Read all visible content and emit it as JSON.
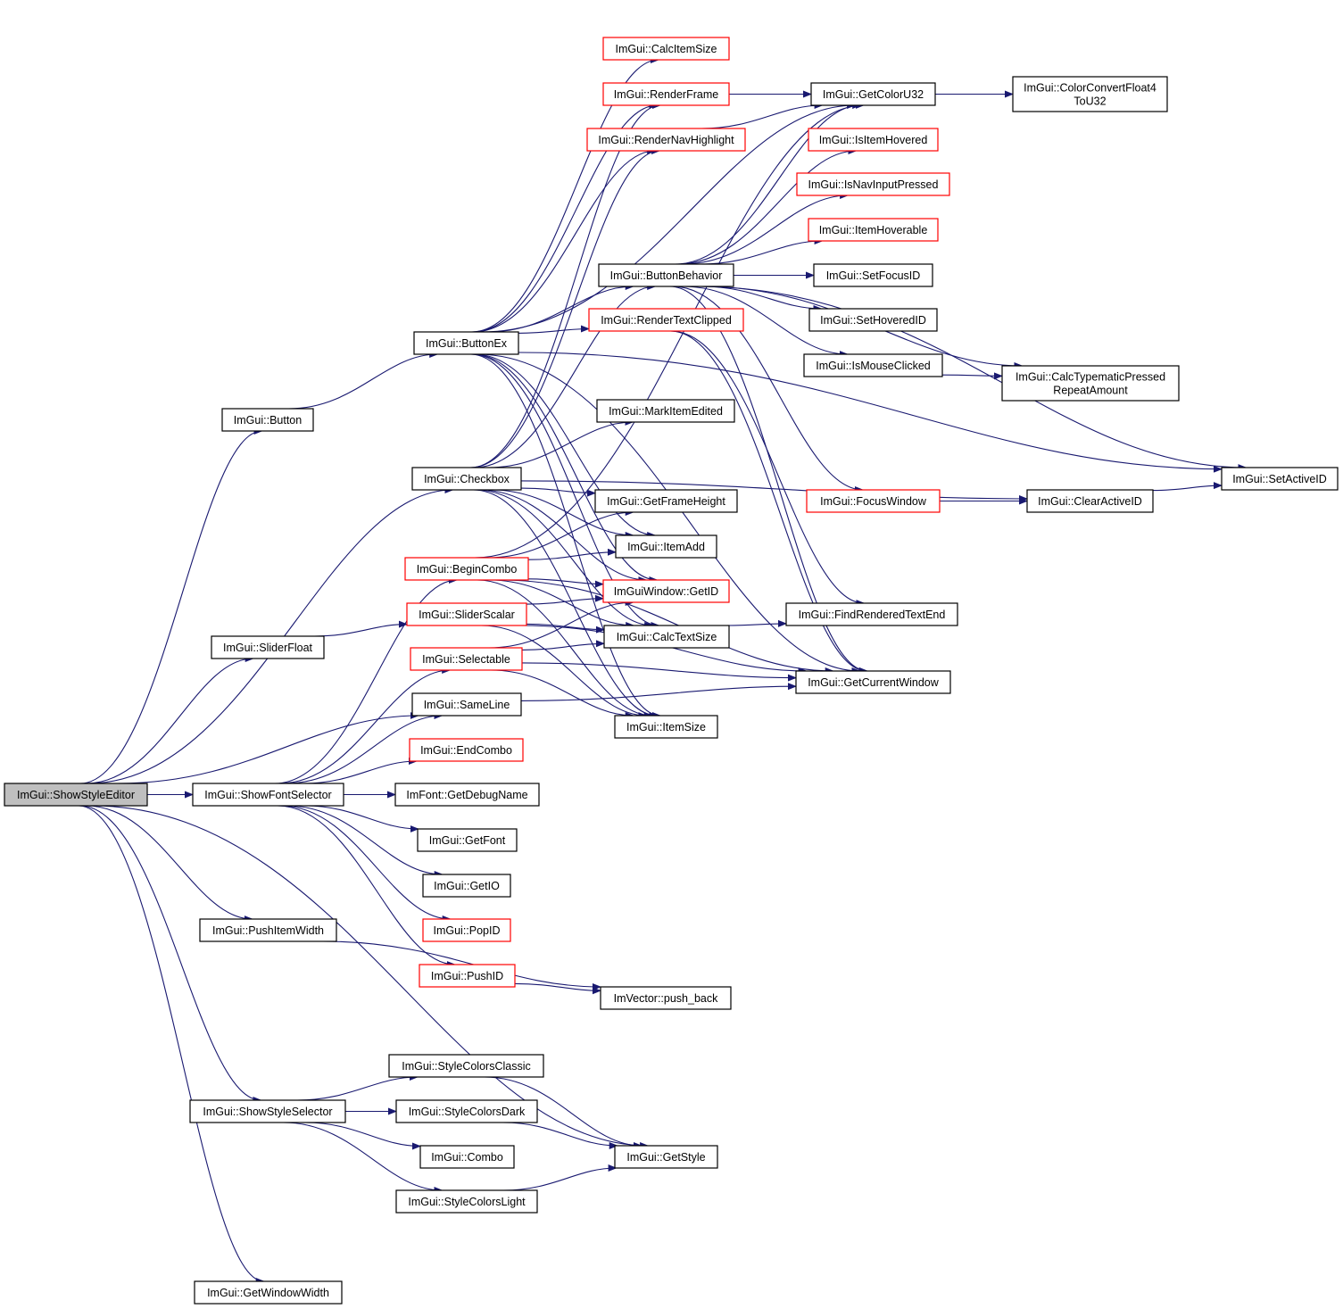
{
  "graph": {
    "root": "ImGui::ShowStyleEditor",
    "nodes": [
      {
        "id": "root",
        "label": "ImGui::ShowStyleEditor",
        "root": true
      },
      {
        "id": "button",
        "label": "ImGui::Button"
      },
      {
        "id": "checkbox",
        "label": "ImGui::Checkbox"
      },
      {
        "id": "sliderfloat",
        "label": "ImGui::SliderFloat"
      },
      {
        "id": "showfont",
        "label": "ImGui::ShowFontSelector"
      },
      {
        "id": "pushitemwidth",
        "label": "ImGui::PushItemWidth"
      },
      {
        "id": "showstylesel",
        "label": "ImGui::ShowStyleSelector"
      },
      {
        "id": "getwindowwidth",
        "label": "ImGui::GetWindowWidth"
      },
      {
        "id": "buttonex",
        "label": "ImGui::ButtonEx"
      },
      {
        "id": "begincombo",
        "label": "ImGui::BeginCombo",
        "red": true
      },
      {
        "id": "sliderscalar",
        "label": "ImGui::SliderScalar",
        "red": true
      },
      {
        "id": "selectable",
        "label": "ImGui::Selectable",
        "red": true
      },
      {
        "id": "sameline",
        "label": "ImGui::SameLine"
      },
      {
        "id": "endcombo",
        "label": "ImGui::EndCombo",
        "red": true
      },
      {
        "id": "getdebugname",
        "label": "ImFont::GetDebugName"
      },
      {
        "id": "getfont",
        "label": "ImGui::GetFont"
      },
      {
        "id": "getio",
        "label": "ImGui::GetIO"
      },
      {
        "id": "popid",
        "label": "ImGui::PopID",
        "red": true
      },
      {
        "id": "pushid",
        "label": "ImGui::PushID",
        "red": true
      },
      {
        "id": "classic",
        "label": "ImGui::StyleColorsClassic"
      },
      {
        "id": "dark",
        "label": "ImGui::StyleColorsDark"
      },
      {
        "id": "combo",
        "label": "ImGui::Combo"
      },
      {
        "id": "light",
        "label": "ImGui::StyleColorsLight"
      },
      {
        "id": "calcitemsize",
        "label": "ImGui::CalcItemSize",
        "red": true
      },
      {
        "id": "renderframe",
        "label": "ImGui::RenderFrame",
        "red": true
      },
      {
        "id": "rendernav",
        "label": "ImGui::RenderNavHighlight",
        "red": true
      },
      {
        "id": "buttonbehavior",
        "label": "ImGui::ButtonBehavior"
      },
      {
        "id": "rendertextclipped",
        "label": "ImGui::RenderTextClipped",
        "red": true
      },
      {
        "id": "markitemedited",
        "label": "ImGui::MarkItemEdited"
      },
      {
        "id": "getframeheight",
        "label": "ImGui::GetFrameHeight"
      },
      {
        "id": "itemadd",
        "label": "ImGui::ItemAdd"
      },
      {
        "id": "getid",
        "label": "ImGuiWindow::GetID",
        "red": true
      },
      {
        "id": "calctextsize",
        "label": "ImGui::CalcTextSize"
      },
      {
        "id": "itemsize",
        "label": "ImGui::ItemSize"
      },
      {
        "id": "pushback",
        "label": "ImVector::push_back"
      },
      {
        "id": "getstyle",
        "label": "ImGui::GetStyle"
      },
      {
        "id": "getcoloru32",
        "label": "ImGui::GetColorU32"
      },
      {
        "id": "isitemhovered",
        "label": "ImGui::IsItemHovered",
        "red": true
      },
      {
        "id": "isnavinput",
        "label": "ImGui::IsNavInputPressed",
        "red": true
      },
      {
        "id": "itemhoverable",
        "label": "ImGui::ItemHoverable",
        "red": true
      },
      {
        "id": "setfocusid",
        "label": "ImGui::SetFocusID"
      },
      {
        "id": "sethoveredid",
        "label": "ImGui::SetHoveredID"
      },
      {
        "id": "ismouseclicked",
        "label": "ImGui::IsMouseClicked"
      },
      {
        "id": "focuswindow",
        "label": "ImGui::FocusWindow",
        "red": true
      },
      {
        "id": "findrendered",
        "label": "ImGui::FindRenderedTextEnd"
      },
      {
        "id": "getcurrentwindow",
        "label": "ImGui::GetCurrentWindow"
      },
      {
        "id": "colorconvert",
        "label": [
          "ImGui::ColorConvertFloat4",
          "ToU32"
        ]
      },
      {
        "id": "calctypematic",
        "label": [
          "ImGui::CalcTypematicPressed",
          "RepeatAmount"
        ]
      },
      {
        "id": "clearactiveid",
        "label": "ImGui::ClearActiveID"
      },
      {
        "id": "setactiveid",
        "label": "ImGui::SetActiveID"
      }
    ],
    "edges": [
      [
        "root",
        "button"
      ],
      [
        "root",
        "checkbox"
      ],
      [
        "root",
        "sliderfloat"
      ],
      [
        "root",
        "sameline"
      ],
      [
        "root",
        "showfont"
      ],
      [
        "root",
        "pushitemwidth"
      ],
      [
        "root",
        "showstylesel"
      ],
      [
        "root",
        "getstyle"
      ],
      [
        "root",
        "getwindowwidth"
      ],
      [
        "button",
        "buttonex"
      ],
      [
        "checkbox",
        "markitemedited"
      ],
      [
        "checkbox",
        "getframeheight"
      ],
      [
        "checkbox",
        "itemadd"
      ],
      [
        "checkbox",
        "getid"
      ],
      [
        "checkbox",
        "calctextsize"
      ],
      [
        "checkbox",
        "itemsize"
      ],
      [
        "checkbox",
        "clearactiveid"
      ],
      [
        "checkbox",
        "buttonbehavior"
      ],
      [
        "checkbox",
        "renderframe"
      ],
      [
        "checkbox",
        "rendernav"
      ],
      [
        "sliderfloat",
        "sliderscalar"
      ],
      [
        "showfont",
        "begincombo"
      ],
      [
        "showfont",
        "selectable"
      ],
      [
        "showfont",
        "sameline"
      ],
      [
        "showfont",
        "endcombo"
      ],
      [
        "showfont",
        "getdebugname"
      ],
      [
        "showfont",
        "getfont"
      ],
      [
        "showfont",
        "getio"
      ],
      [
        "showfont",
        "popid"
      ],
      [
        "showfont",
        "pushid"
      ],
      [
        "pushitemwidth",
        "pushback"
      ],
      [
        "showstylesel",
        "classic"
      ],
      [
        "showstylesel",
        "dark"
      ],
      [
        "showstylesel",
        "combo"
      ],
      [
        "showstylesel",
        "light"
      ],
      [
        "buttonex",
        "calcitemsize"
      ],
      [
        "buttonex",
        "renderframe"
      ],
      [
        "buttonex",
        "rendernav"
      ],
      [
        "buttonex",
        "buttonbehavior"
      ],
      [
        "buttonex",
        "rendertextclipped"
      ],
      [
        "buttonex",
        "setactiveid"
      ],
      [
        "buttonex",
        "itemadd"
      ],
      [
        "buttonex",
        "getid"
      ],
      [
        "buttonex",
        "calctextsize"
      ],
      [
        "buttonex",
        "itemsize"
      ],
      [
        "buttonex",
        "getcoloru32"
      ],
      [
        "buttonex",
        "getcurrentwindow"
      ],
      [
        "begincombo",
        "itemadd"
      ],
      [
        "begincombo",
        "getid"
      ],
      [
        "begincombo",
        "calctextsize"
      ],
      [
        "begincombo",
        "itemsize"
      ],
      [
        "begincombo",
        "getcurrentwindow"
      ],
      [
        "begincombo",
        "getcoloru32"
      ],
      [
        "begincombo",
        "getframeheight"
      ],
      [
        "sliderscalar",
        "getid"
      ],
      [
        "sliderscalar",
        "calctextsize"
      ],
      [
        "sliderscalar",
        "itemsize"
      ],
      [
        "sliderscalar",
        "getcurrentwindow"
      ],
      [
        "selectable",
        "getid"
      ],
      [
        "selectable",
        "calctextsize"
      ],
      [
        "selectable",
        "itemsize"
      ],
      [
        "selectable",
        "getcurrentwindow"
      ],
      [
        "sameline",
        "getcurrentwindow"
      ],
      [
        "pushid",
        "pushback"
      ],
      [
        "classic",
        "getstyle"
      ],
      [
        "dark",
        "getstyle"
      ],
      [
        "light",
        "getstyle"
      ],
      [
        "renderframe",
        "getcoloru32"
      ],
      [
        "rendernav",
        "getcoloru32"
      ],
      [
        "buttonbehavior",
        "isitemhovered"
      ],
      [
        "buttonbehavior",
        "isnavinput"
      ],
      [
        "buttonbehavior",
        "itemhoverable"
      ],
      [
        "buttonbehavior",
        "setfocusid"
      ],
      [
        "buttonbehavior",
        "sethoveredid"
      ],
      [
        "buttonbehavior",
        "ismouseclicked"
      ],
      [
        "buttonbehavior",
        "calctypematic"
      ],
      [
        "buttonbehavior",
        "focuswindow"
      ],
      [
        "buttonbehavior",
        "setactiveid"
      ],
      [
        "buttonbehavior",
        "getcurrentwindow"
      ],
      [
        "buttonbehavior",
        "getcoloru32"
      ],
      [
        "rendertextclipped",
        "findrendered"
      ],
      [
        "rendertextclipped",
        "getcurrentwindow"
      ],
      [
        "calctextsize",
        "findrendered"
      ],
      [
        "getcoloru32",
        "colorconvert"
      ],
      [
        "ismouseclicked",
        "calctypematic"
      ],
      [
        "focuswindow",
        "clearactiveid"
      ],
      [
        "clearactiveid",
        "setactiveid"
      ]
    ]
  }
}
